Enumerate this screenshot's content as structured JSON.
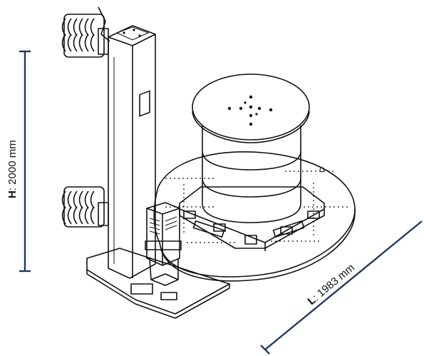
{
  "dimensions": {
    "height": {
      "key": "H",
      "separator": ": ",
      "value": "2000 mm"
    },
    "length": {
      "key": "L",
      "separator": ": ",
      "value": "1983 mm"
    }
  },
  "colors": {
    "dimension_line": "#1f3a5f",
    "drawing": "#111111",
    "background": "#ffffff"
  }
}
